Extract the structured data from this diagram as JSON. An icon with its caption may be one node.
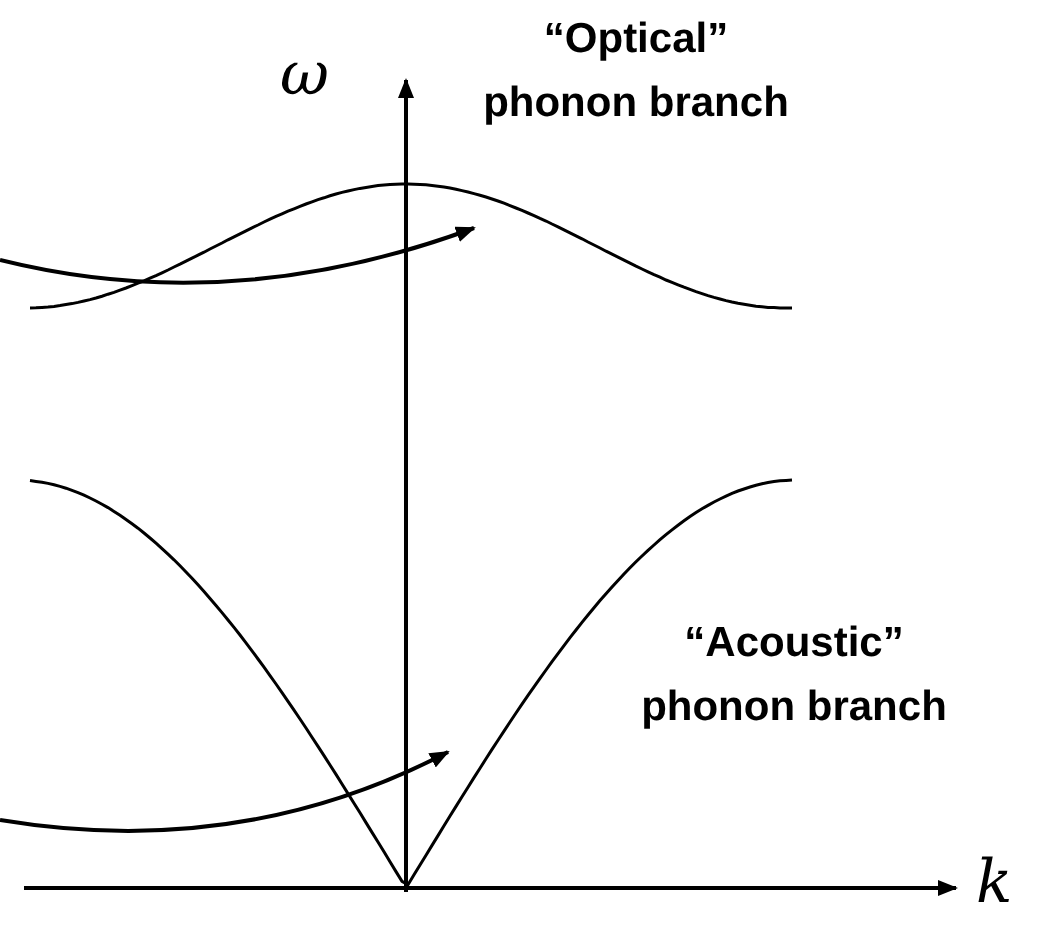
{
  "diagram": {
    "labels": [
      "ω",
      "“Optical” phonon branch",
      "“Acoustic” phonon branch",
      "k"
    ]
  }
}
